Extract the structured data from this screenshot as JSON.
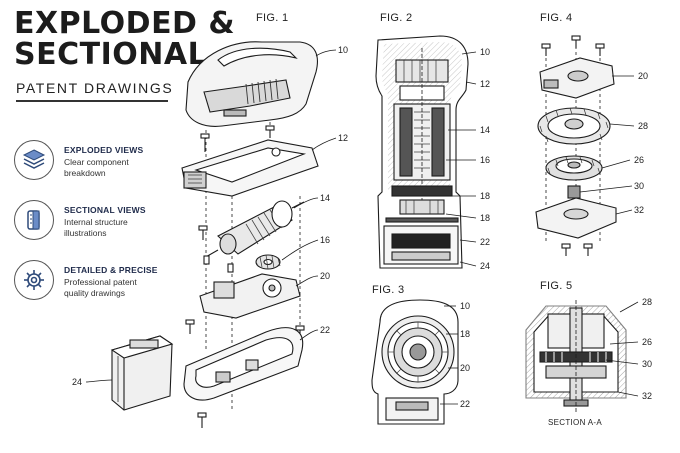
{
  "header": {
    "title_line1": "EXPLODED &",
    "title_line2": "SECTIONAL",
    "subtitle": "PATENT DRAWINGS"
  },
  "features": [
    {
      "heading": "EXPLODED VIEWS",
      "line1": "Clear component",
      "line2": "breakdown",
      "icon": "layers-icon"
    },
    {
      "heading": "SECTIONAL VIEWS",
      "line1": "Internal structure",
      "line2": "illustrations",
      "icon": "section-cut-icon"
    },
    {
      "heading": "DETAILED & PRECISE",
      "line1": "Professional patent",
      "line2": "quality drawings",
      "icon": "gear-icon"
    }
  ],
  "figures": {
    "fig1": {
      "label": "FIG. 1",
      "callouts": [
        "10",
        "12",
        "14",
        "16",
        "20",
        "22",
        "24"
      ]
    },
    "fig2": {
      "label": "FIG. 2",
      "callouts": [
        "10",
        "12",
        "14",
        "16",
        "18",
        "18",
        "22",
        "24"
      ]
    },
    "fig3": {
      "label": "FIG. 3",
      "callouts": [
        "10",
        "18",
        "20",
        "22"
      ]
    },
    "fig4": {
      "label": "FIG. 4",
      "callouts": [
        "20",
        "28",
        "26",
        "30",
        "32"
      ]
    },
    "fig5": {
      "label": "FIG. 5",
      "callouts": [
        "28",
        "26",
        "30",
        "32"
      ],
      "caption": "SECTION A-A"
    }
  },
  "colors": {
    "ink": "#1c1c1c",
    "feature_heading": "#1e2a4a",
    "icon_accent": "#2e4a7a",
    "shade": "#cfcfcf"
  }
}
